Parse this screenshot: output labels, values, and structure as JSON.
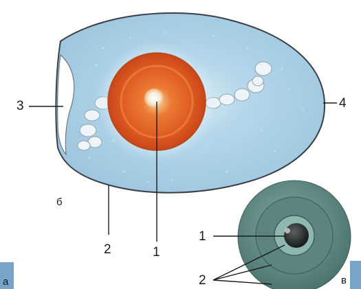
{
  "colors": {
    "background": "#ffffff",
    "albumen": "#a9cde4",
    "albumen_edge": "#9bc2dc",
    "shell_outline": "#3a3f47",
    "yolk_outer": "#d9541f",
    "yolk_inner": "#e9682a",
    "germinal_disc": "#f4f1e4",
    "chalaza": "#e6eef2",
    "air_cell": "#ffffff",
    "cross_section_outer": "#5e8c86",
    "cross_section_mid": "#4f7771",
    "cross_section_inner": "#6d9993",
    "cross_section_core": "#2c2f30",
    "corner_accent": "#4a86b4"
  },
  "egg_diagram": {
    "panel_label": "б",
    "labels": {
      "yolk": "1",
      "albumen": "2",
      "air_cell": "3",
      "shell": "4"
    }
  },
  "cross_section": {
    "panel_label": "в",
    "labels": {
      "nucleus": "1",
      "membranes": "2"
    }
  },
  "left_corner_label": "а"
}
